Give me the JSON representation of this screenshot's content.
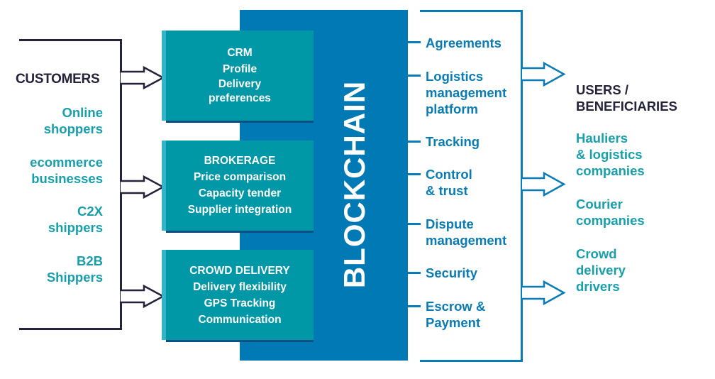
{
  "colors": {
    "navy": "#24233a",
    "teal_text": "#17a0ab",
    "blue": "#0079b4",
    "box_teal": "#0097a7"
  },
  "customers": {
    "title": "CUSTOMERS",
    "items": [
      {
        "line1": "Online",
        "line2": "shoppers"
      },
      {
        "line1": "ecommerce",
        "line2": "businesses"
      },
      {
        "line1": "C2X",
        "line2": "shippers"
      },
      {
        "line1": "B2B",
        "line2": "Shippers"
      }
    ]
  },
  "services": [
    {
      "title": "CRM",
      "lines": [
        "Profile",
        "Delivery",
        "preferences"
      ]
    },
    {
      "title": "BROKERAGE",
      "lines": [
        "Price comparison",
        "Capacity tender",
        "Supplier integration"
      ]
    },
    {
      "title": "CROWD DELIVERY",
      "lines": [
        "Delivery flexibility",
        "GPS Tracking",
        "Communication"
      ]
    }
  ],
  "blockchain": {
    "label": "BLOCKCHAIN"
  },
  "features": [
    {
      "lines": [
        "Agreements"
      ]
    },
    {
      "lines": [
        "Logistics",
        "management",
        "platform"
      ]
    },
    {
      "lines": [
        "Tracking"
      ]
    },
    {
      "lines": [
        "Control",
        "& trust"
      ]
    },
    {
      "lines": [
        "Dispute",
        "management"
      ]
    },
    {
      "lines": [
        "Security"
      ]
    },
    {
      "lines": [
        "Escrow &",
        "Payment"
      ]
    }
  ],
  "users": {
    "title_line1": "USERS /",
    "title_line2": "BENEFICIARIES",
    "items": [
      {
        "lines": [
          "Hauliers",
          "& logistics",
          "companies"
        ]
      },
      {
        "lines": [
          "Courier",
          "companies"
        ]
      },
      {
        "lines": [
          "Crowd",
          "delivery",
          "drivers"
        ]
      }
    ]
  }
}
